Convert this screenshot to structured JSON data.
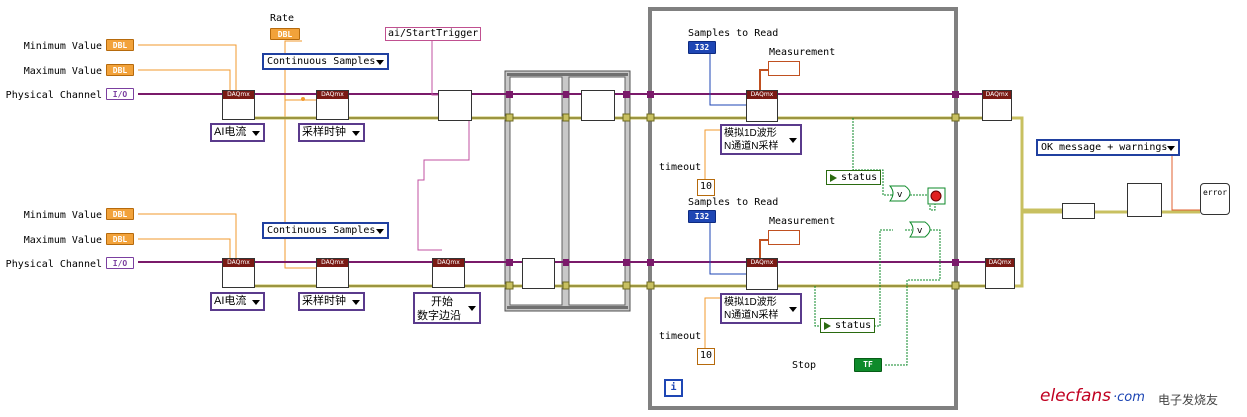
{
  "lane1": {
    "min_label": "Minimum Value",
    "max_label": "Maximum Value",
    "chan_label": "Physical Channel",
    "min_type": "DBL",
    "max_type": "DBL",
    "chan_type": "I/O",
    "ai_ring": "AI电流",
    "clock_ring": "采样时钟",
    "mode_enum": "Continuous Samples"
  },
  "lane2": {
    "min_label": "Minimum Value",
    "max_label": "Maximum Value",
    "chan_label": "Physical Channel",
    "min_type": "DBL",
    "max_type": "DBL",
    "chan_type": "I/O",
    "ai_ring": "AI电流",
    "clock_ring": "采样时钟",
    "mode_enum": "Continuous Samples",
    "trigger_ring_line1": "开始",
    "trigger_ring_line2": "数字边沿"
  },
  "rate_label": "Rate",
  "rate_type": "DBL",
  "trigger_const": "ai/StartTrigger",
  "node_header": "DAQmx",
  "loop": {
    "samples_to_read_1": "Samples to Read",
    "samples_to_read_2": "Samples to Read",
    "i32": "I32",
    "measurement_1": "Measurement",
    "measurement_2": "Measurement",
    "read_ring_1_line1": "模拟1D波形",
    "read_ring_1_line2": "N通道N采样",
    "read_ring_2_line1": "模拟1D波形",
    "read_ring_2_line2": "N通道N采样",
    "timeout_1": "timeout",
    "timeout_2": "timeout",
    "timeout_value_1": "10",
    "timeout_value_2": "10",
    "status_1": "status",
    "status_2": "status",
    "stop_label": "Stop",
    "stop_type": "TF",
    "iteration": "i"
  },
  "error": {
    "message_enum": "OK message + warnings",
    "error_icon_text": "error"
  },
  "watermark": {
    "brand": "elecfans",
    "domain": "·com",
    "tagline": "电子发烧友"
  },
  "colors": {
    "dbl_wire": "#f29a2e",
    "task_wire": "#7a1a6a",
    "error_wire": "#c8c060",
    "i32_wire": "#1e46b4",
    "bool_wire": "#0e8a2a",
    "loop_frame": "#808080"
  }
}
